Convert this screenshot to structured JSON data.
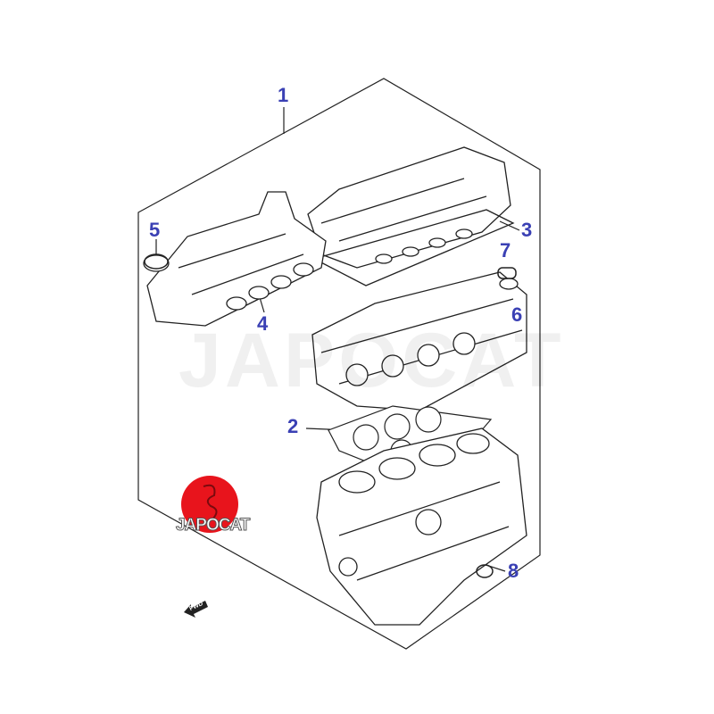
{
  "diagram": {
    "callouts": [
      "1",
      "2",
      "3",
      "4",
      "5",
      "6",
      "7",
      "8"
    ],
    "watermark": "JAPOCAT",
    "logo_text": "JAPOCAT",
    "direction_marker": "FWD",
    "colors": {
      "callout": "#3a40b4",
      "logo": "#e8141c",
      "line": "#222222"
    }
  }
}
